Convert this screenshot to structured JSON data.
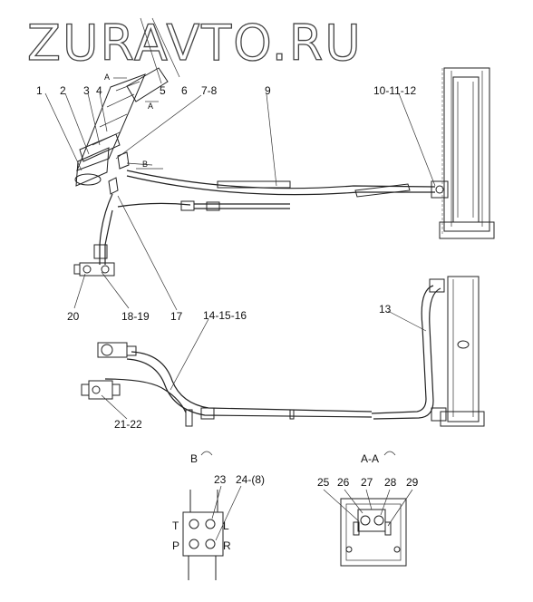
{
  "watermark": "ZURAVTO.RU",
  "callouts": {
    "c1": "1",
    "c2": "2",
    "c3": "3",
    "c4": "4",
    "c5": "5",
    "c6": "6",
    "c7_8": "7-8",
    "c9": "9",
    "c10_11_12": "10-11-12",
    "c13": "13",
    "c14_15_16": "14-15-16",
    "c17": "17",
    "c18_19": "18-19",
    "c20": "20",
    "c21_22": "21-22",
    "c23": "23",
    "c24_8": "24-(8)",
    "c25": "25",
    "c26": "26",
    "c27": "27",
    "c28": "28",
    "c29": "29"
  },
  "section_marks": {
    "a_top": "A",
    "a_lower": "A",
    "b_arrow": "B"
  },
  "views": {
    "view_b": "B",
    "view_aa": "A-A"
  },
  "ports": {
    "t": "T",
    "p": "P",
    "l": "L",
    "r": "R"
  }
}
